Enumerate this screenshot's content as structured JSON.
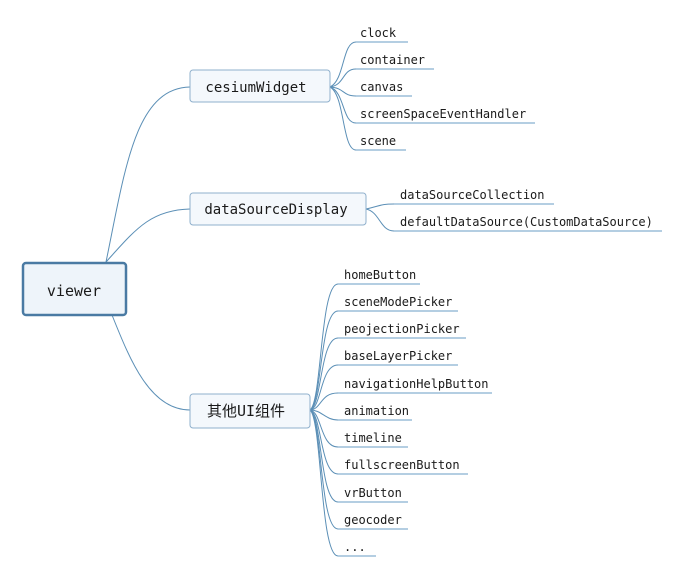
{
  "mindmap": {
    "root": {
      "label": "viewer"
    },
    "branches": [
      {
        "label": "cesiumWidget",
        "children": [
          "clock",
          "container",
          "canvas",
          "screenSpaceEventHandler",
          "scene"
        ]
      },
      {
        "label": "dataSourceDisplay",
        "children": [
          "dataSourceCollection",
          "defaultDataSource(CustomDataSource)"
        ]
      },
      {
        "label": "其他UI组件",
        "children": [
          "homeButton",
          "sceneModePicker",
          "peojectionPicker",
          "baseLayerPicker",
          "navigationHelpButton",
          "animation",
          "timeline",
          "fullscreenButton",
          "vrButton",
          "geocoder",
          "..."
        ]
      }
    ]
  },
  "colors": {
    "line": "#5b8fb6",
    "root_border": "#4a7aa3",
    "root_fill": "#eef4fa",
    "branch_border": "#8fb0cc",
    "branch_fill": "#f4f8fc",
    "underline": "#6a9cc4"
  }
}
